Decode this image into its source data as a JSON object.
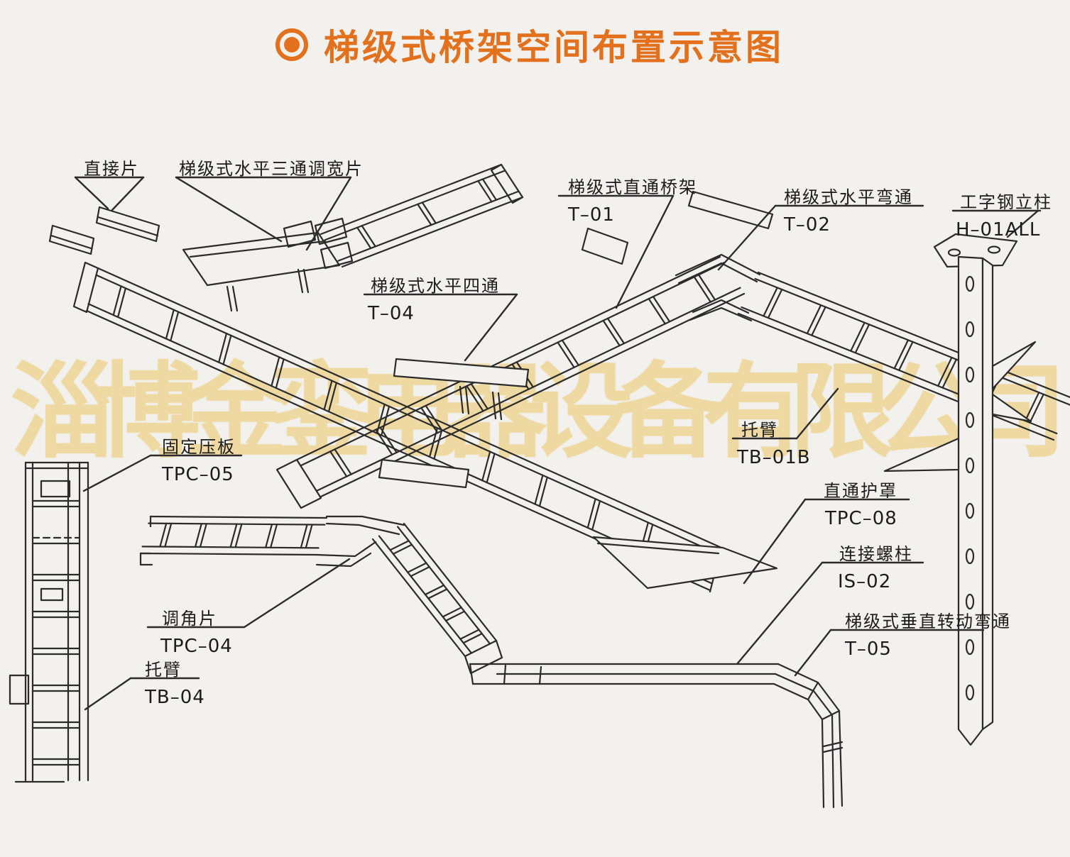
{
  "title": {
    "bullet": "bullseye",
    "text": "梯级式桥架空间布置示意图",
    "color": "#e2701c"
  },
  "watermark": {
    "text": "淄博金銮电器设备有限公司",
    "color": "#eecb74"
  },
  "colors": {
    "background": "#f2f1ee",
    "line": "#2b2b2b",
    "title": "#e2701c",
    "watermark": "#eecb74"
  },
  "labels": {
    "zhijiepian": {
      "name": "直接片",
      "code": ""
    },
    "tiaokuan": {
      "name": "梯级式水平三通调宽片",
      "code": ""
    },
    "t01": {
      "name": "梯级式直通桥架",
      "code": "T–01"
    },
    "t02": {
      "name": "梯级式水平弯通",
      "code": "T–02"
    },
    "h01all": {
      "name": "工字钢立柱",
      "code": "H–01ALL"
    },
    "t04": {
      "name": "梯级式水平四通",
      "code": "T–04"
    },
    "tb01b": {
      "name": "托臂",
      "code": "TB–01B"
    },
    "tpc05": {
      "name": "固定压板",
      "code": "TPC–05"
    },
    "tpc04": {
      "name": "调角片",
      "code": "TPC–04"
    },
    "tb04": {
      "name": "托臂",
      "code": "TB–04"
    },
    "tpc08": {
      "name": "直通护罩",
      "code": "TPC–08"
    },
    "is02": {
      "name": "连接螺柱",
      "code": "IS–02"
    },
    "t05": {
      "name": "梯级式垂直转动弯通",
      "code": "T–05"
    }
  }
}
